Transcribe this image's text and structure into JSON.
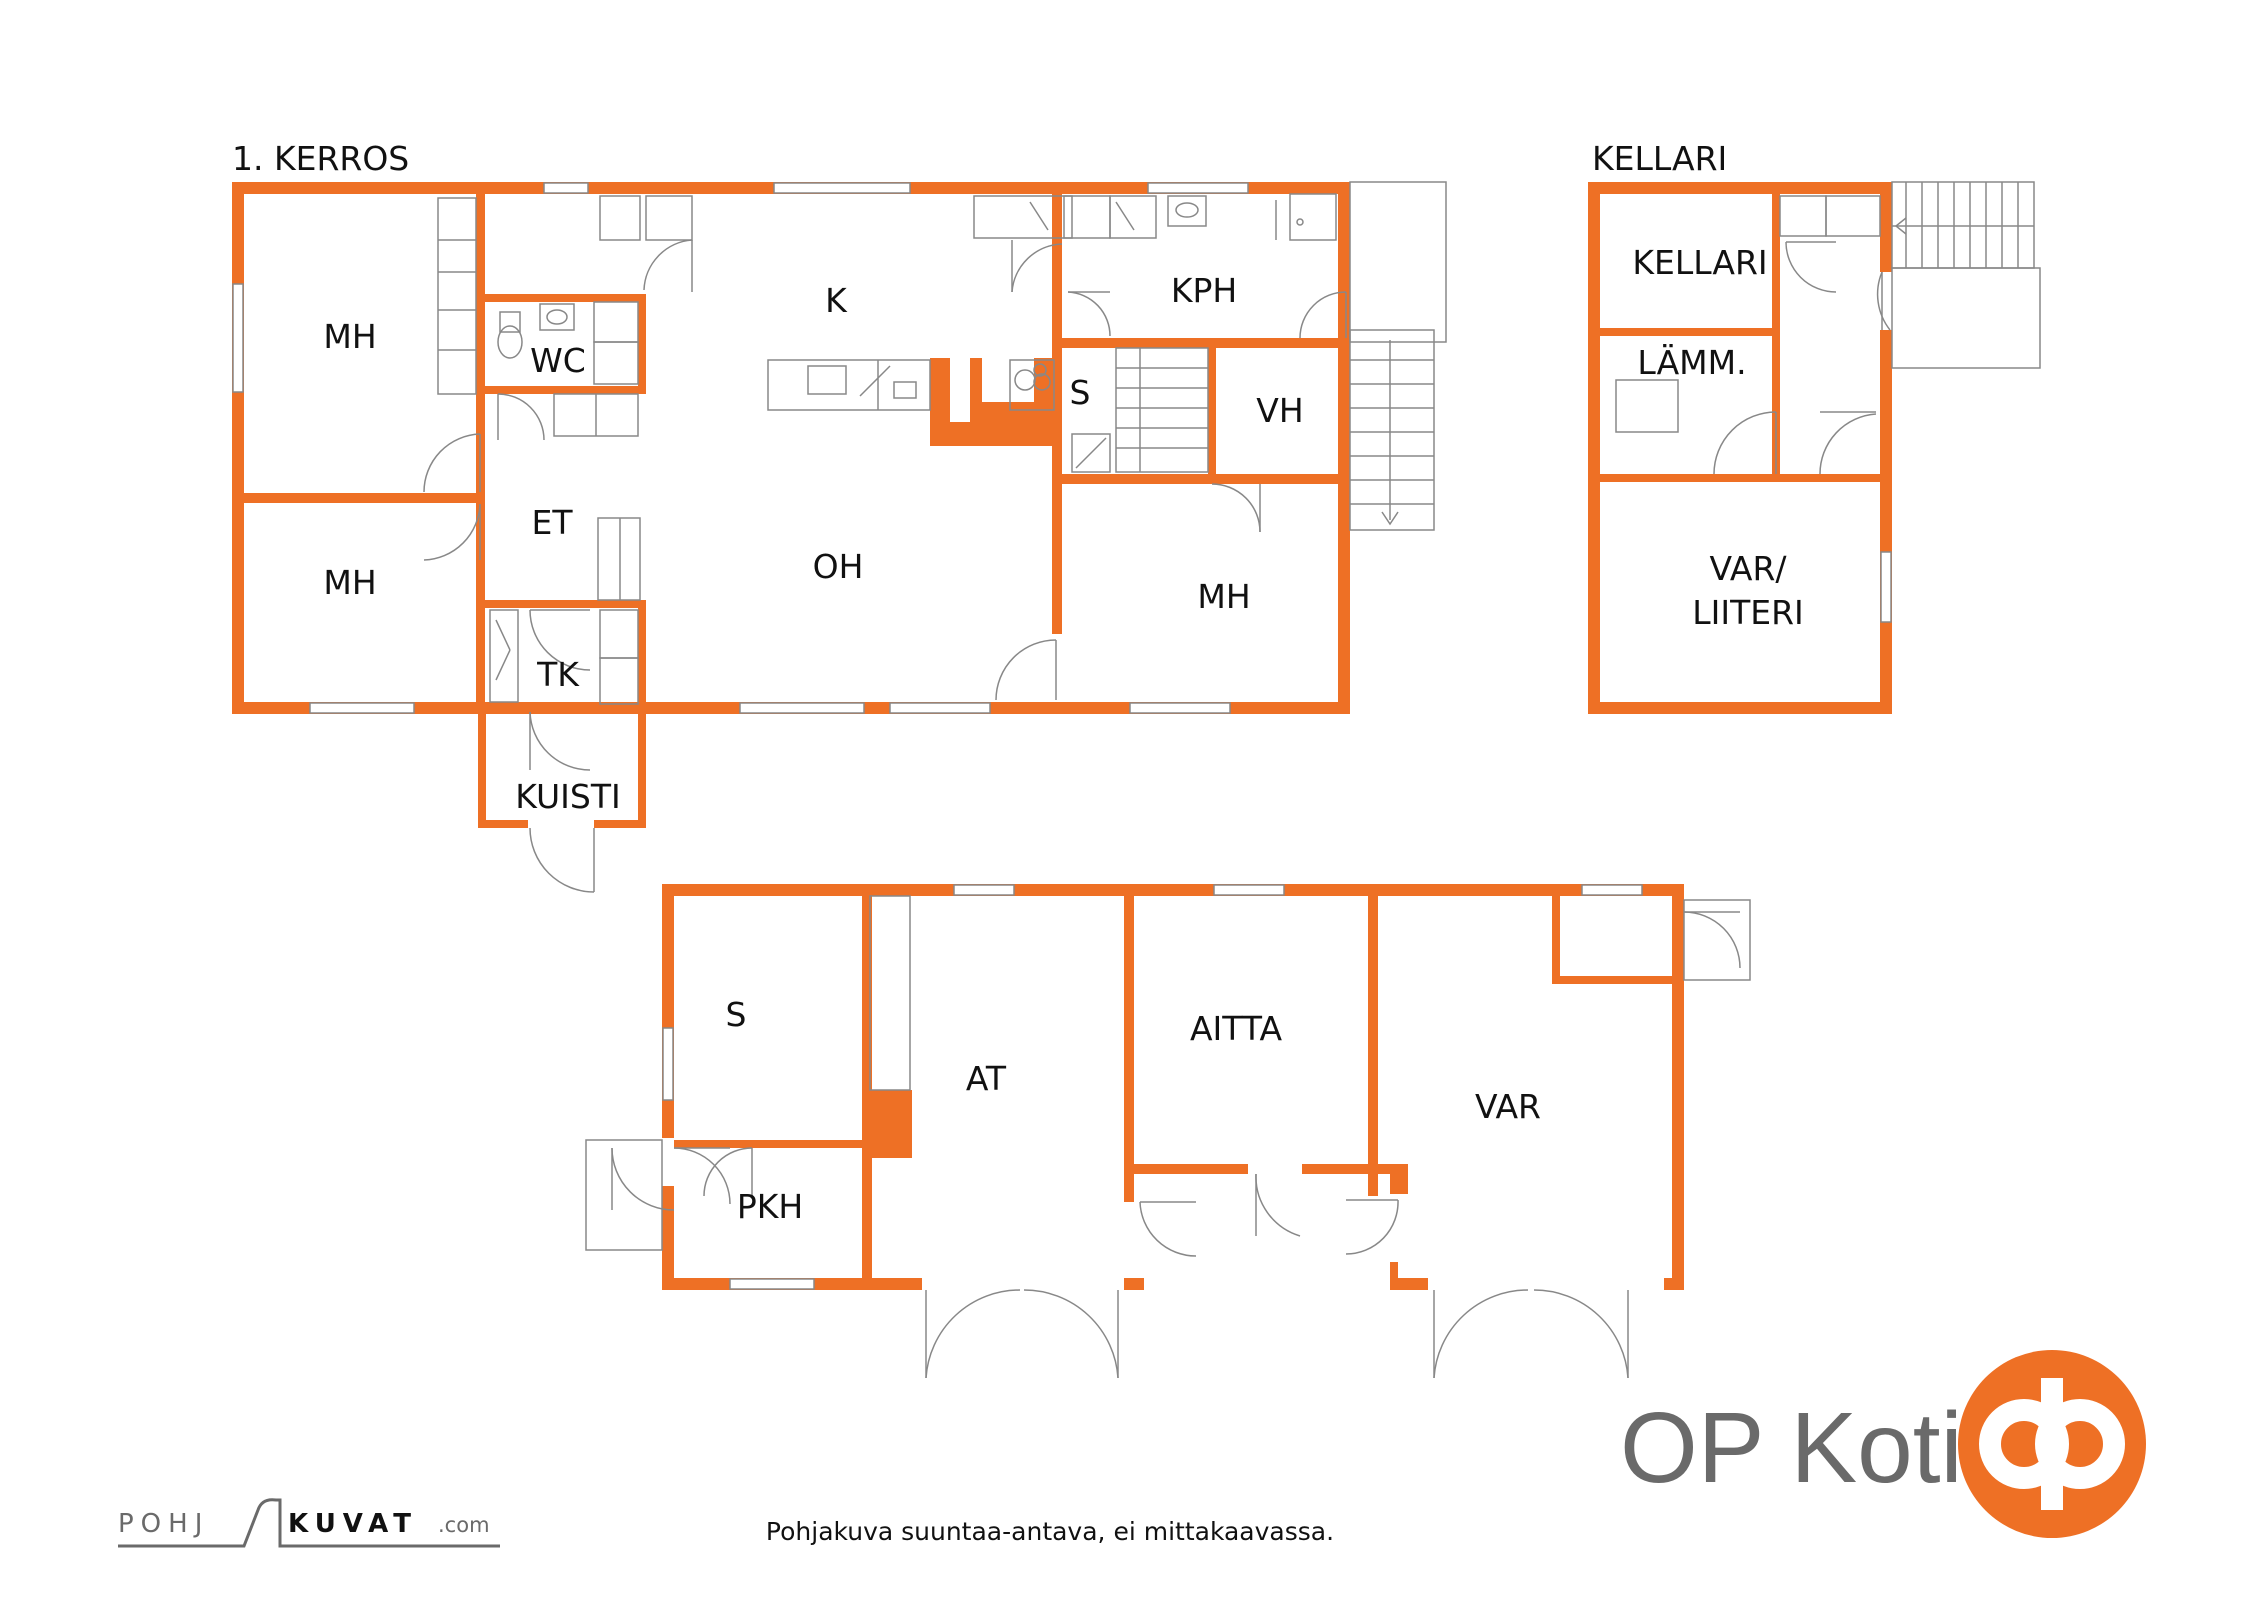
{
  "colors": {
    "wall": "#ee7025",
    "fixture": "#888888",
    "text": "#111111",
    "brand_gray": "#6a6a6a"
  },
  "headings": {
    "first_floor": "1. KERROS",
    "basement": "KELLARI"
  },
  "rooms": {
    "mh_top_left": "MH",
    "mh_bottom_left": "MH",
    "wc": "WC",
    "k": "K",
    "kph": "KPH",
    "s_main": "S",
    "vh": "VH",
    "et": "ET",
    "oh": "OH",
    "mh_right": "MH",
    "tk": "TK",
    "kuisti": "KUISTI",
    "kellari": "KELLARI",
    "lamm": "LÄMM.",
    "var_liiteri_1": "VAR/",
    "var_liiteri_2": "LIITERI",
    "s_out": "S",
    "pkh": "PKH",
    "at": "AT",
    "aitta": "AITTA",
    "var": "VAR"
  },
  "footer": {
    "disclaimer": "Pohjakuva suuntaa-antava, ei mittakaavassa.",
    "brand": "OP Koti",
    "pohjakuvat_left": "POHJ",
    "pohjakuvat_right": "KUVAT",
    "pohjakuvat_domain": ".com"
  }
}
